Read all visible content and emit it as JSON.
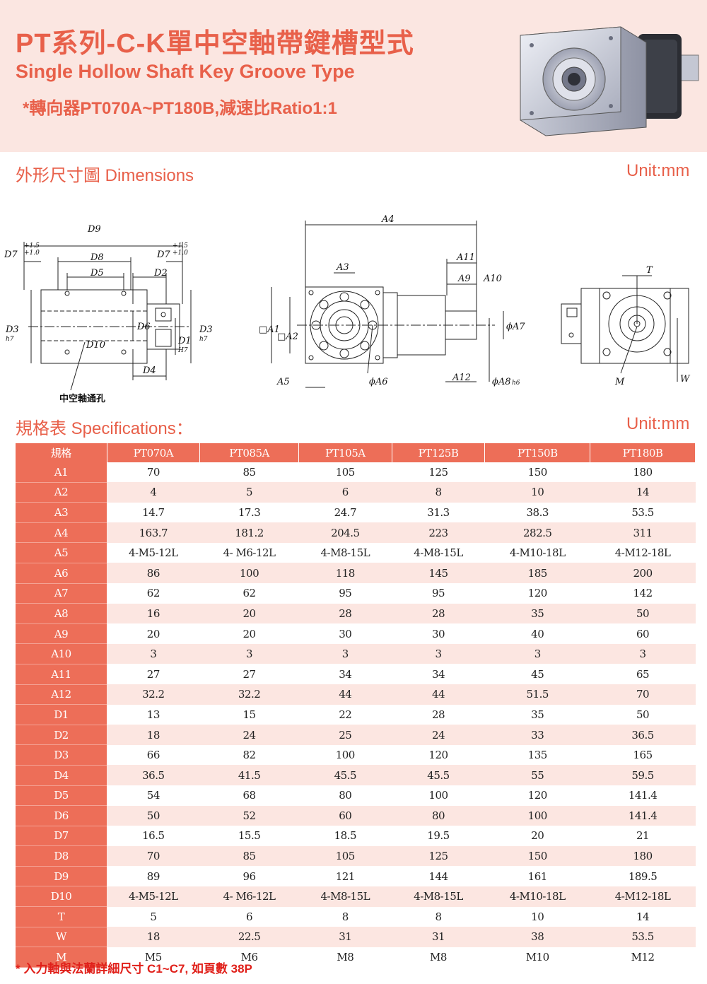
{
  "header": {
    "title": "PT系列-C-K單中空軸帶鍵槽型式",
    "subtitle": "Single Hollow Shaft Key Groove Type",
    "note": "*轉向器PT070A~PT180B,減速比Ratio1:1"
  },
  "dimensions": {
    "title": "外形尺寸圖 Dimensions",
    "unit": "Unit:mm",
    "labels": {
      "d9": "D9",
      "d8": "D8",
      "d7": "D7",
      "d5": "D5",
      "d2": "D2",
      "d3": "D3",
      "d3b": "D3",
      "d6": "D6",
      "d1": "D1",
      "d10": "D10",
      "d4": "D4",
      "d7tol": "+1.5",
      "d7tol2": "+1.0",
      "d7tolb": "+1.5",
      "d7tolb2": "+1.0",
      "h7": "h7",
      "h7b": "h7",
      "h7c": "H7",
      "hollow": "中空軸通孔",
      "a4": "A4",
      "a11": "A11",
      "a3": "A3",
      "a9": "A9",
      "a10": "A10",
      "a1": "□A1",
      "a2": "□A2",
      "a7": "ϕA7",
      "a5": "A5",
      "a6": "ϕA6",
      "a12": "A12",
      "a8": "ϕA8",
      "a8tol": "h6",
      "t": "T",
      "m": "M",
      "w": "W"
    }
  },
  "specs": {
    "title": "規格表 Specifications：",
    "unit": "Unit:mm",
    "header_label": "規格",
    "models": [
      "PT070A",
      "PT085A",
      "PT105A",
      "PT125B",
      "PT150B",
      "PT180B"
    ],
    "rows": [
      {
        "label": "A1",
        "values": [
          "70",
          "85",
          "105",
          "125",
          "150",
          "180"
        ]
      },
      {
        "label": "A2",
        "values": [
          "4",
          "5",
          "6",
          "8",
          "10",
          "14"
        ]
      },
      {
        "label": "A3",
        "values": [
          "14.7",
          "17.3",
          "24.7",
          "31.3",
          "38.3",
          "53.5"
        ]
      },
      {
        "label": "A4",
        "values": [
          "163.7",
          "181.2",
          "204.5",
          "223",
          "282.5",
          "311"
        ]
      },
      {
        "label": "A5",
        "values": [
          "4-M5-12L",
          "4- M6-12L",
          "4-M8-15L",
          "4-M8-15L",
          "4-M10-18L",
          "4-M12-18L"
        ]
      },
      {
        "label": "A6",
        "values": [
          "86",
          "100",
          "118",
          "145",
          "185",
          "200"
        ]
      },
      {
        "label": "A7",
        "values": [
          "62",
          "62",
          "95",
          "95",
          "120",
          "142"
        ]
      },
      {
        "label": "A8",
        "values": [
          "16",
          "20",
          "28",
          "28",
          "35",
          "50"
        ]
      },
      {
        "label": "A9",
        "values": [
          "20",
          "20",
          "30",
          "30",
          "40",
          "60"
        ]
      },
      {
        "label": "A10",
        "values": [
          "3",
          "3",
          "3",
          "3",
          "3",
          "3"
        ]
      },
      {
        "label": "A11",
        "values": [
          "27",
          "27",
          "34",
          "34",
          "45",
          "65"
        ]
      },
      {
        "label": "A12",
        "values": [
          "32.2",
          "32.2",
          "44",
          "44",
          "51.5",
          "70"
        ]
      },
      {
        "label": "D1",
        "values": [
          "13",
          "15",
          "22",
          "28",
          "35",
          "50"
        ]
      },
      {
        "label": "D2",
        "values": [
          "18",
          "24",
          "25",
          "24",
          "33",
          "36.5"
        ]
      },
      {
        "label": "D3",
        "values": [
          "66",
          "82",
          "100",
          "120",
          "135",
          "165"
        ]
      },
      {
        "label": "D4",
        "values": [
          "36.5",
          "41.5",
          "45.5",
          "45.5",
          "55",
          "59.5"
        ]
      },
      {
        "label": "D5",
        "values": [
          "54",
          "68",
          "80",
          "100",
          "120",
          "141.4"
        ]
      },
      {
        "label": "D6",
        "values": [
          "50",
          "52",
          "60",
          "80",
          "100",
          "141.4"
        ]
      },
      {
        "label": "D7",
        "values": [
          "16.5",
          "15.5",
          "18.5",
          "19.5",
          "20",
          "21"
        ]
      },
      {
        "label": "D8",
        "values": [
          "70",
          "85",
          "105",
          "125",
          "150",
          "180"
        ]
      },
      {
        "label": "D9",
        "values": [
          "89",
          "96",
          "121",
          "144",
          "161",
          "189.5"
        ]
      },
      {
        "label": "D10",
        "values": [
          "4-M5-12L",
          "4- M6-12L",
          "4-M8-15L",
          "4-M8-15L",
          "4-M10-18L",
          "4-M12-18L"
        ]
      },
      {
        "label": "T",
        "values": [
          "5",
          "6",
          "8",
          "8",
          "10",
          "14"
        ]
      },
      {
        "label": "W",
        "values": [
          "18",
          "22.5",
          "31",
          "31",
          "38",
          "53.5"
        ]
      },
      {
        "label": "M",
        "values": [
          "M5",
          "M6",
          "M8",
          "M8",
          "M10",
          "M12"
        ]
      }
    ]
  },
  "footnote": "* 入力軸與法蘭詳細尺寸 C1~C7, 如頁數 38P",
  "colors": {
    "accent": "#e8604a",
    "header_bg": "#fbe6e1",
    "table_head": "#ed6e58",
    "row_stripe": "#fce6e1",
    "footnote": "#e0201a"
  }
}
